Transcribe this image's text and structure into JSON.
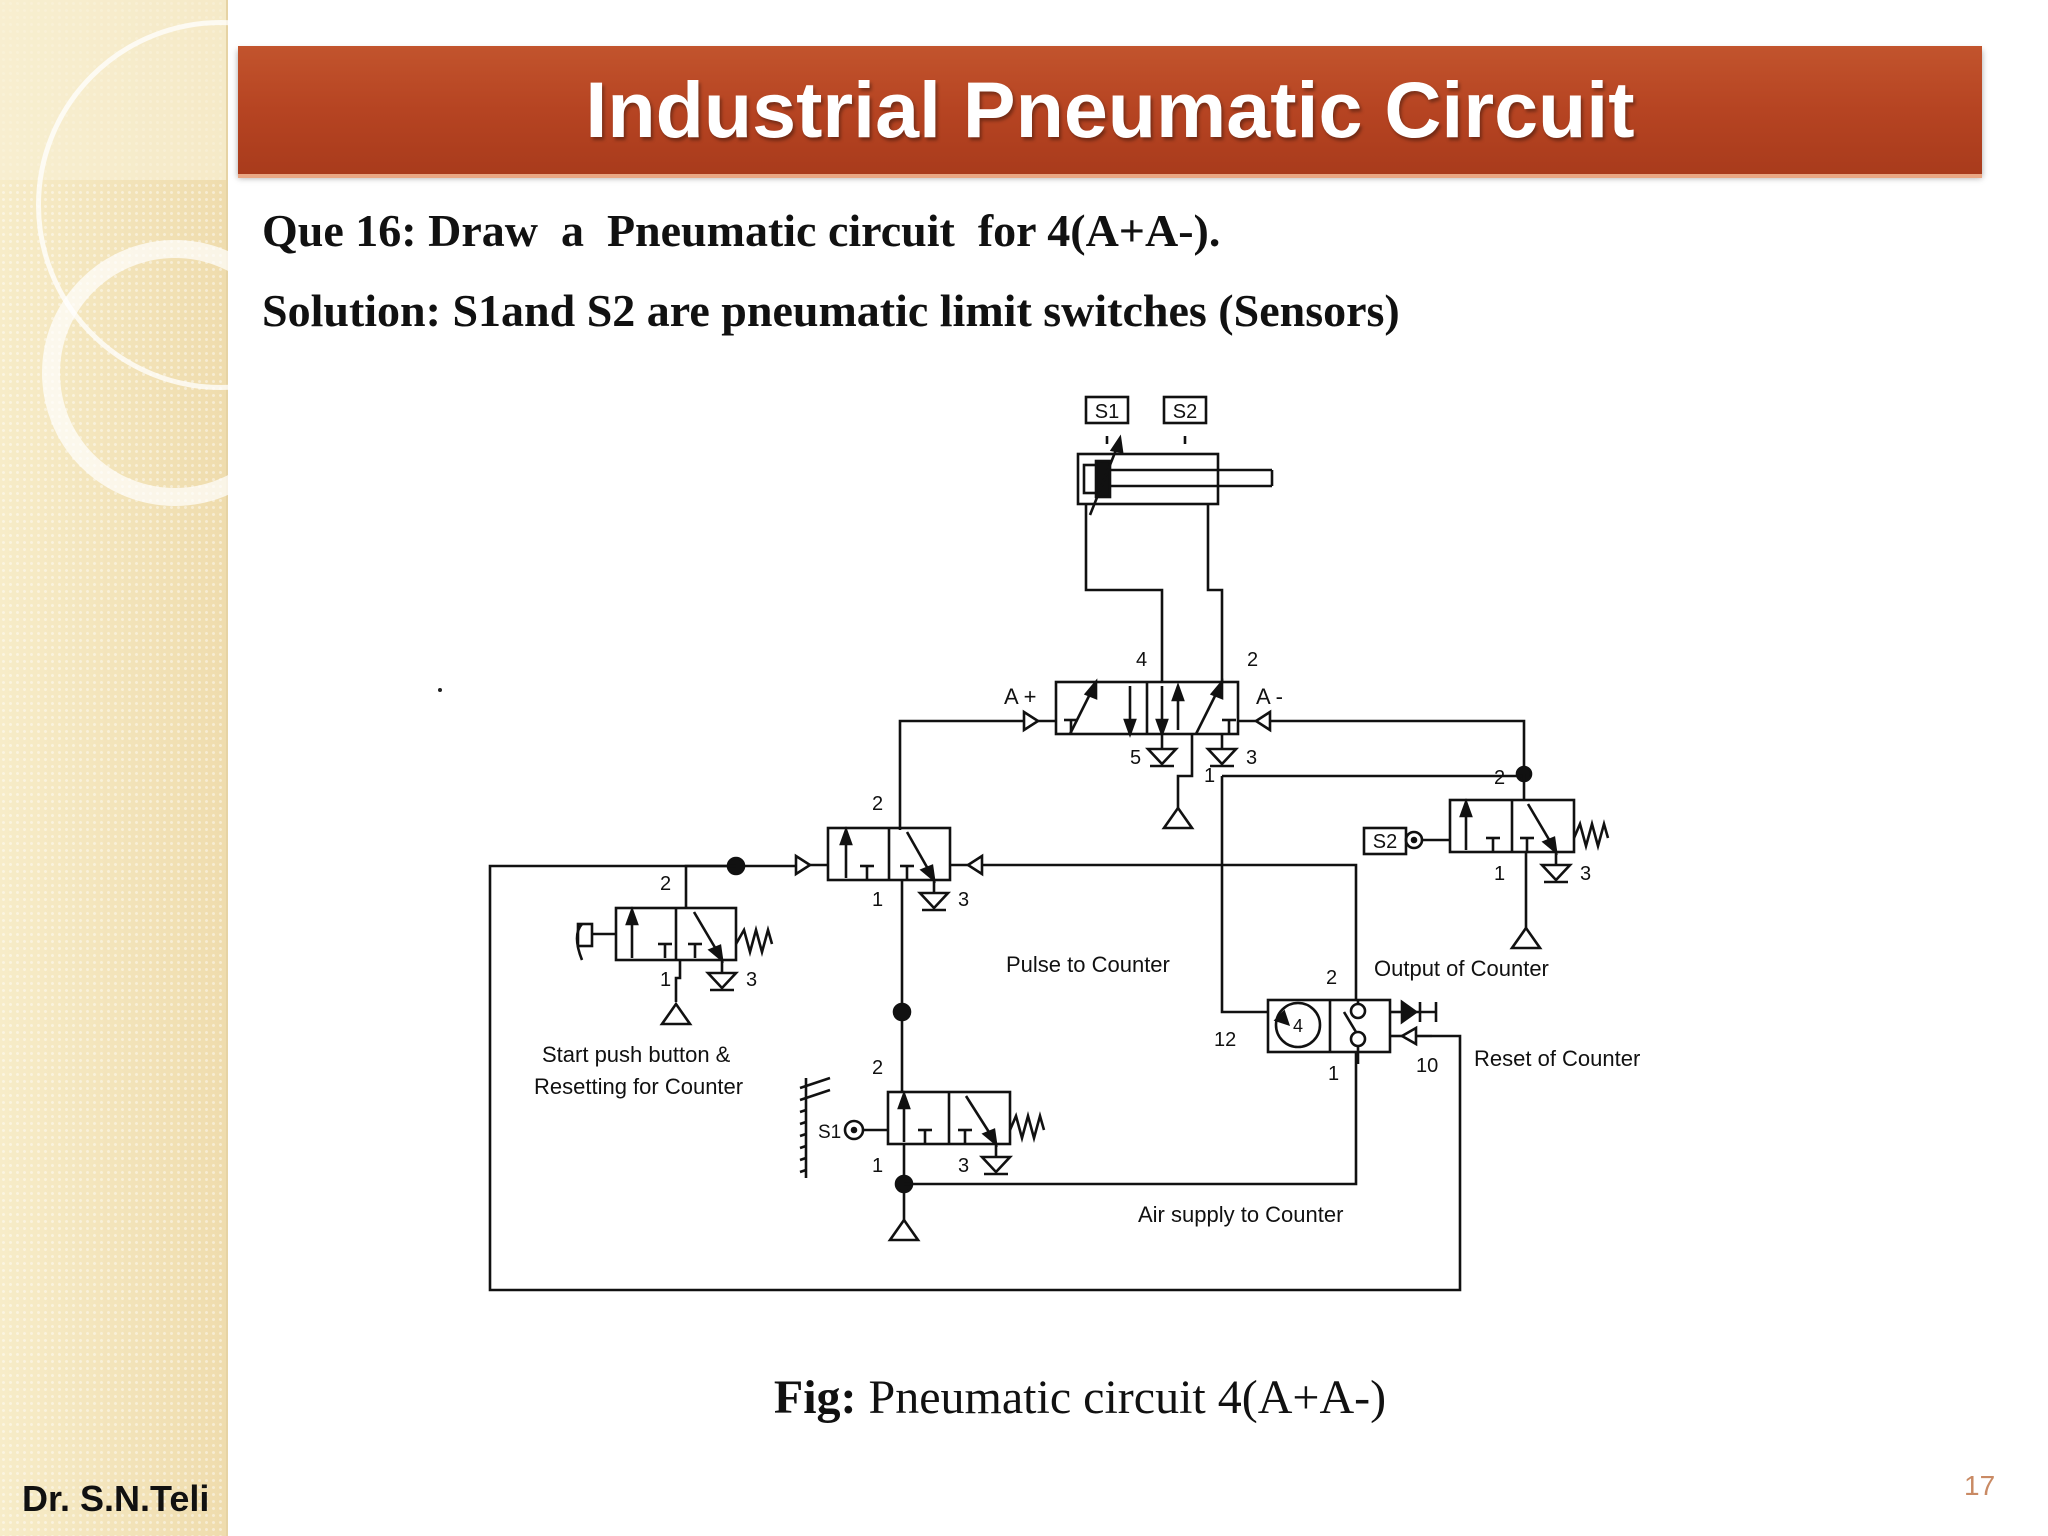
{
  "slide": {
    "title": "Industrial Pneumatic Circuit",
    "question": "Que 16: Draw  a  Pneumatic circuit  for 4(A+A-).",
    "solution": "Solution: S1and S2 are pneumatic limit switches (Sensors)",
    "caption_label": "Fig:",
    "caption_text": " Pneumatic circuit 4(A+A-)",
    "author": "Dr. S.N.Teli",
    "page_number": "17"
  },
  "diagram": {
    "sensors": {
      "s1": "S1",
      "s2": "S2"
    },
    "main_valve": {
      "port_4": "4",
      "port_2": "2",
      "port_5": "5",
      "port_3": "3",
      "port_1": "1",
      "pilot_left": "A +",
      "pilot_right": "A -"
    },
    "pulse_valve": {
      "port_2": "2",
      "port_1": "1",
      "port_3": "3"
    },
    "start_valve": {
      "port_2": "2",
      "port_1": "1",
      "port_3": "3"
    },
    "s1_valve": {
      "port_2": "2",
      "port_1": "1",
      "port_3": "3",
      "tag": "S1"
    },
    "s2_valve": {
      "port_2": "2",
      "port_1": "1",
      "port_3": "3",
      "tag": "S2"
    },
    "counter": {
      "preset": "4",
      "port_2": "2",
      "port_12": "12",
      "port_1": "1",
      "port_10": "10"
    },
    "labels": {
      "pulse": "Pulse  to  Counter",
      "output": "Output  of  Counter",
      "reset": "Reset  of  Counter",
      "start_line1": "Start  push  button  &",
      "start_line2": "Resetting  for  Counter",
      "air": "Air  supply  to  Counter"
    }
  }
}
